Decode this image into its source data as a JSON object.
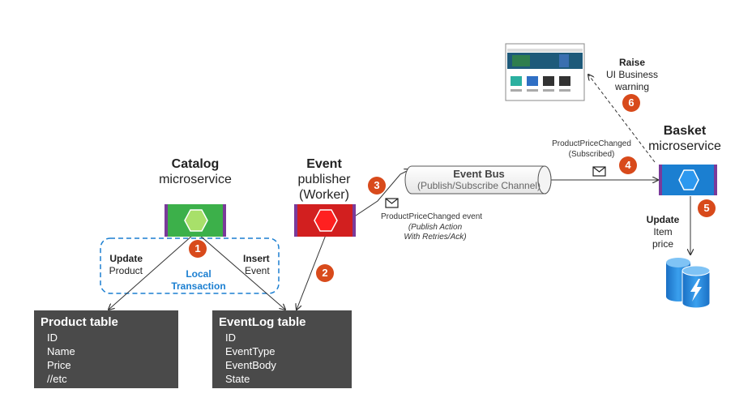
{
  "catalog": {
    "title": "Catalog",
    "subtitle": "microservice"
  },
  "publisher": {
    "line1": "Event",
    "line2": "publisher",
    "line3": "(Worker)"
  },
  "event_bus": {
    "title": "Event Bus",
    "subtitle": "(Publish/Subscribe Channel)"
  },
  "basket": {
    "line1": "Basket",
    "line2": "microservice"
  },
  "local_transaction": {
    "line1": "Local",
    "line2": "Transaction"
  },
  "update_product": {
    "bold": "Update",
    "text": "Product"
  },
  "insert_event": {
    "bold": "Insert",
    "text": "Event"
  },
  "update_item_price": {
    "bold": "Update",
    "line2": "Item",
    "line3": "price"
  },
  "raise_warning": {
    "bold": "Raise",
    "line2": "UI Business",
    "line3": "warning"
  },
  "published_event": {
    "name": "ProductPriceChanged event",
    "note1": "(Publish Action",
    "note2": "With Retries/Ack)"
  },
  "subscribed_event": {
    "name": "ProductPriceChanged",
    "note": "(Subscribed)"
  },
  "steps": [
    "1",
    "2",
    "3",
    "4",
    "5",
    "6"
  ],
  "product_table": {
    "title": "Product table",
    "rows": [
      "ID",
      "Name",
      "Price",
      "//etc"
    ]
  },
  "eventlog_table": {
    "title": "EventLog table",
    "rows": [
      "ID",
      "EventType",
      "EventBody",
      "State"
    ]
  },
  "colors": {
    "catalog": "#3cb04a",
    "publisher": "#d21f1f",
    "basket": "#1b7fd1",
    "badge": "#d84a1b",
    "local": "#1b7fd1",
    "table": "#4a4a4a"
  }
}
